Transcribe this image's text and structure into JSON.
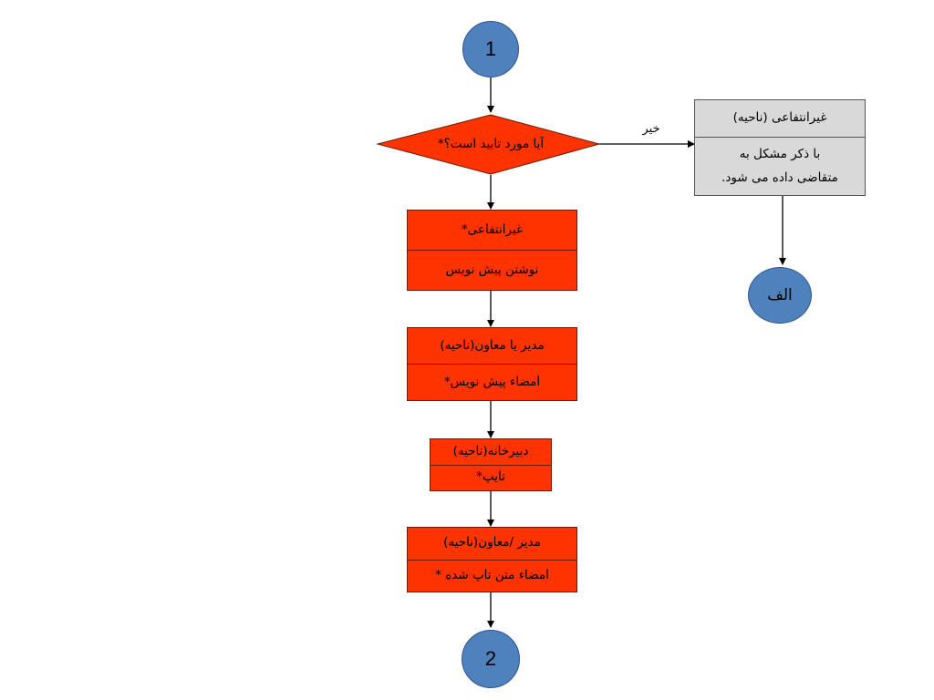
{
  "start_connector": "1",
  "end_connector": "2",
  "reject_connector": "الف",
  "decision": {
    "text": "آیا مورد تایید است؟*",
    "no_label": "خیر"
  },
  "reject_box": {
    "header": "غیرانتفاعی (ناحیه)",
    "line1": "با ذکر مشکل به",
    "line2": "متقاضی داده می شود."
  },
  "steps": [
    {
      "header": "غیرانتفاعی*",
      "body": "نوشتن پیش نویس"
    },
    {
      "header": "مدیر یا معاون(ناحیه)",
      "body": "امضاء پیش نویس*"
    },
    {
      "header": "دبیرخانه(ناحیه)",
      "body": "تایپ*"
    },
    {
      "header": "مدیر /معاون(ناحیه)",
      "body": "امضاء متن تاپ شده *"
    }
  ],
  "colors": {
    "process_fill": "#fe3300",
    "connector_fill": "#4f81bd",
    "reject_fill": "#d9d9d9"
  }
}
